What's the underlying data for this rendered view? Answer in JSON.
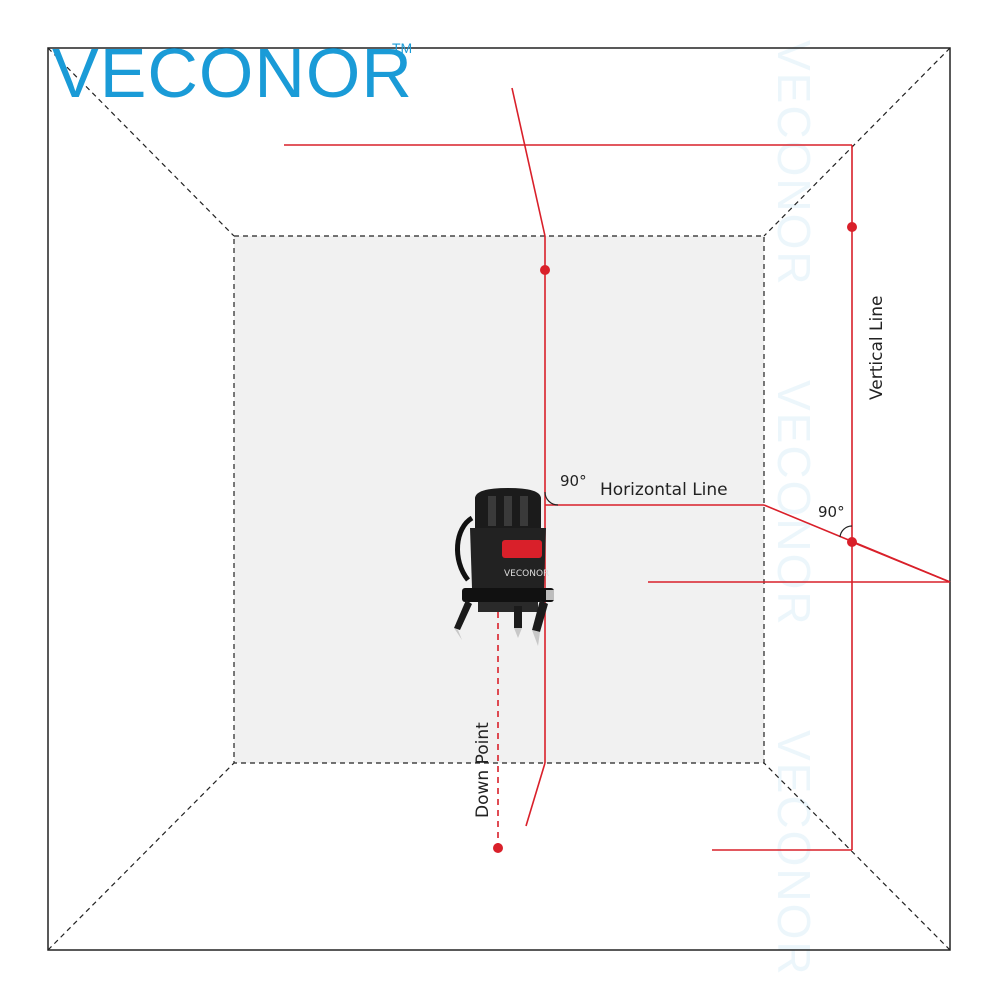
{
  "brand": {
    "name": "VECONOR",
    "trademark": "TM",
    "color": "#1a9bd7",
    "watermark": "VECONOR"
  },
  "labels": {
    "vertical_line": "Vertical Line",
    "horizontal_line": "Horizontal Line",
    "angle_left": "90°",
    "angle_right": "90°",
    "down_point": "Down Point"
  },
  "colors": {
    "laser": "#d9202a",
    "room_lines": "#222222",
    "back_wall": "#f1f1f1",
    "device_body": "#1b1b1b",
    "device_accent": "#d9202a"
  },
  "device": {
    "label": "VECONOR"
  }
}
